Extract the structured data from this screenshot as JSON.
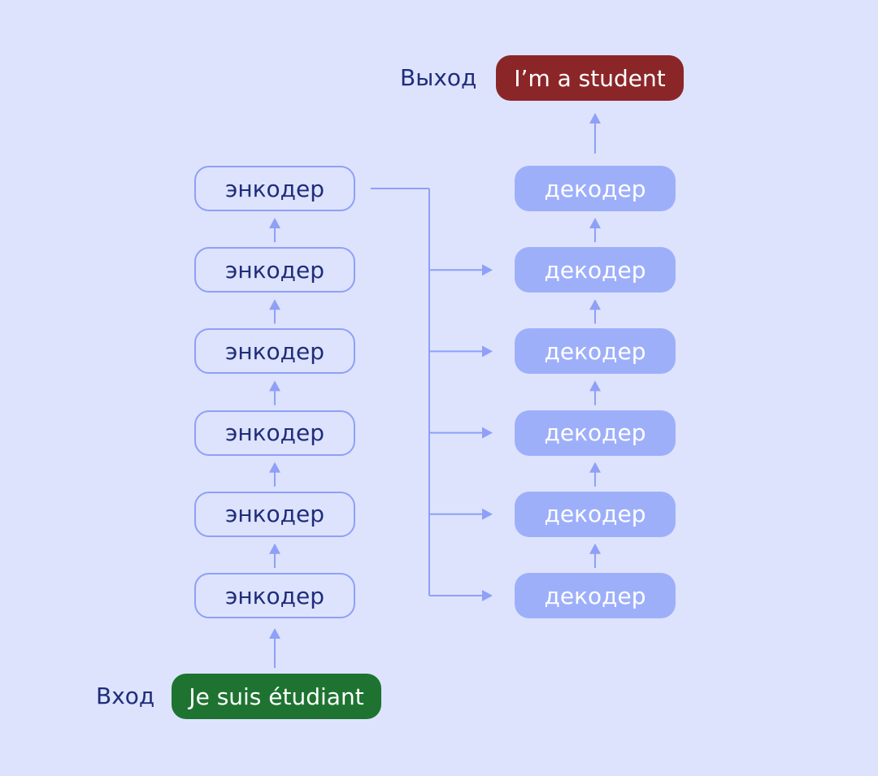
{
  "colors": {
    "background": "#dde3fd",
    "line": "#8fa0f7",
    "text_dark": "#1f2d7a",
    "decoder_fill": "#9eaffa",
    "decoder_text": "#ffffff",
    "input_fill": "#1e7331",
    "output_fill": "#8b2628",
    "io_text": "#ffffff"
  },
  "input": {
    "label": "Вход",
    "text": "Je suis étudiant"
  },
  "output": {
    "label": "Выход",
    "text": "I’m a student"
  },
  "encoders": [
    "энкодер",
    "энкодер",
    "энкодер",
    "энкодер",
    "энкодер",
    "энкодер"
  ],
  "decoders": [
    "декодер",
    "декодер",
    "декодер",
    "декодер",
    "декодер",
    "декодер"
  ]
}
